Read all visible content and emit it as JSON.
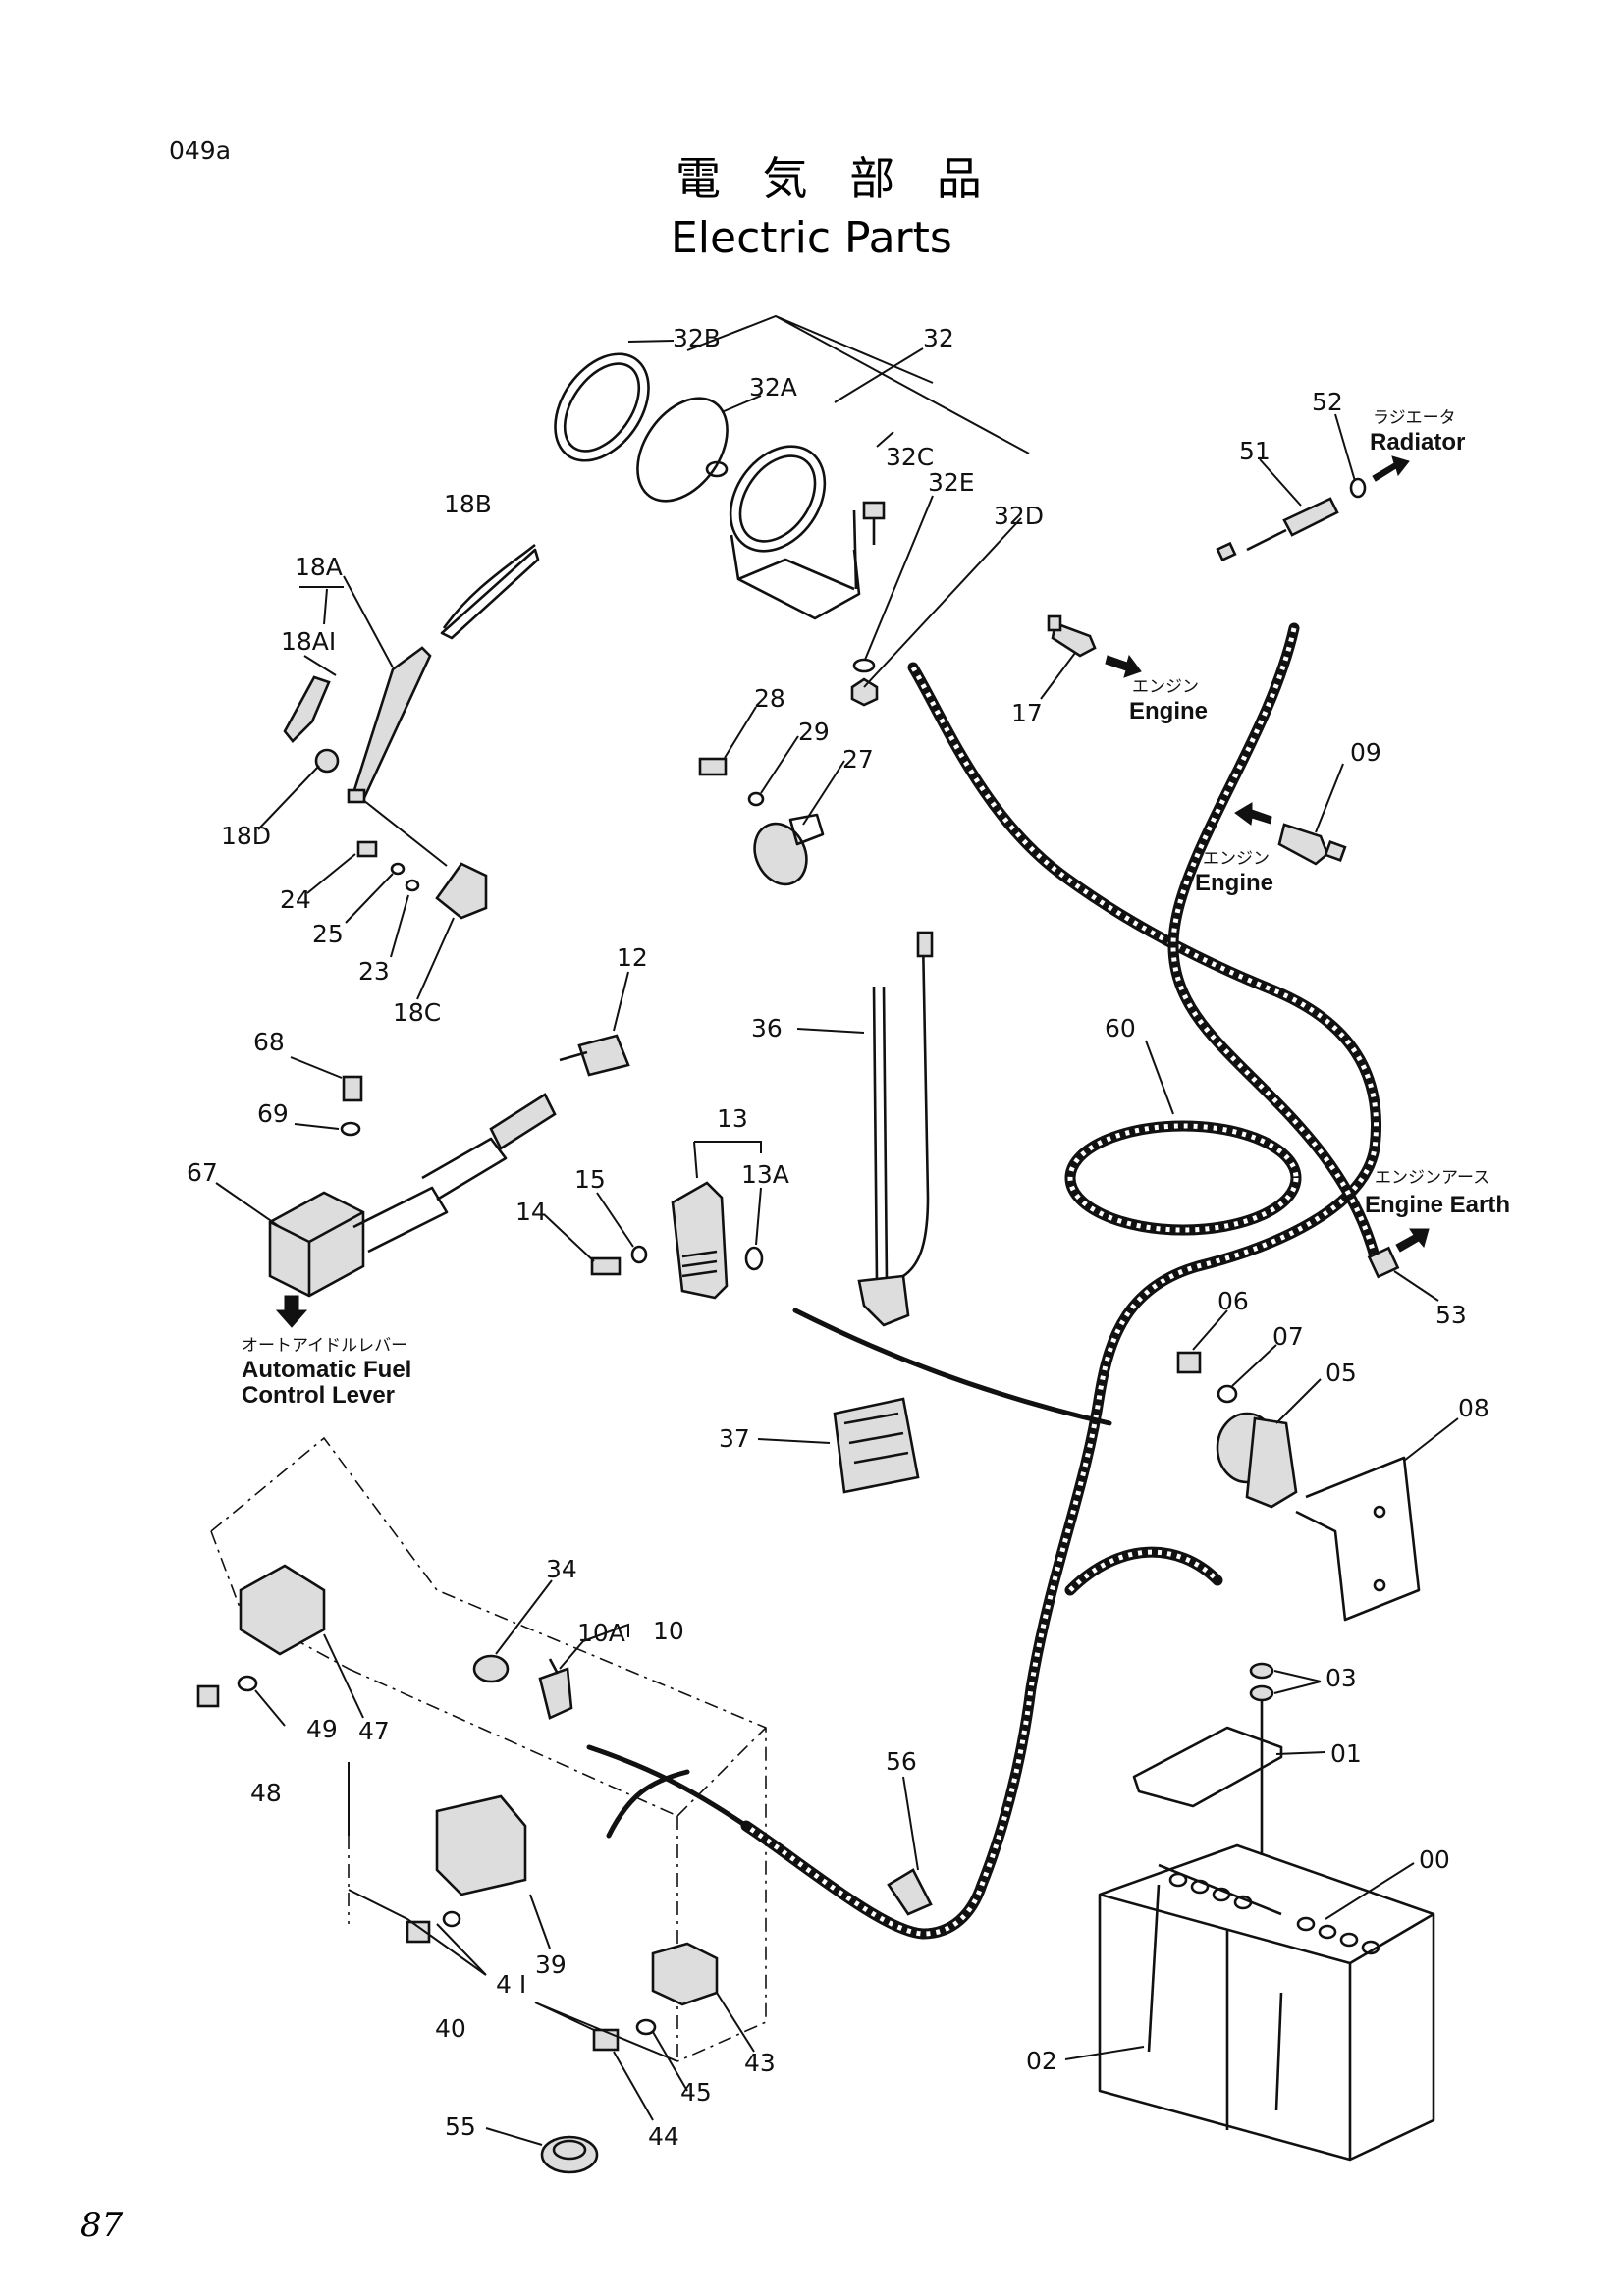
{
  "page_code": "049a",
  "title_jp": "電 気 部 品",
  "title_en": "Electric Parts",
  "page_number_handwritten": "87",
  "part_labels": {
    "p32B": "32B",
    "p32": "32",
    "p32A": "32A",
    "p32C": "32C",
    "p32E": "32E",
    "p32D": "32D",
    "p52": "52",
    "p51": "51",
    "p18B": "18B",
    "p18A": "18A",
    "p18A1": "18AI",
    "p18D": "18D",
    "p24": "24",
    "p25": "25",
    "p23": "23",
    "p18C": "18C",
    "p28": "28",
    "p29": "29",
    "p27": "27",
    "p17": "17",
    "p09": "09",
    "p12": "12",
    "p36": "36",
    "p60": "60",
    "p68": "68",
    "p69": "69",
    "p67": "67",
    "p13": "13",
    "p13A": "13A",
    "p15": "15",
    "p14": "14",
    "p06": "06",
    "p07": "07",
    "p05": "05",
    "p08": "08",
    "p53": "53",
    "p37": "37",
    "p34": "34",
    "p10A": "10A",
    "p10": "10",
    "p47": "47",
    "p48": "48",
    "p49": "49",
    "p03": "03",
    "p01": "01",
    "p00": "00",
    "p56": "56",
    "p02": "02",
    "p39": "39",
    "p40": "40",
    "p41": "4 I",
    "p43": "43",
    "p45": "45",
    "p44": "44",
    "p55": "55"
  },
  "callouts": {
    "radiator_jp": "ラジエータ",
    "radiator_en": "Radiator",
    "engine1_jp": "エンジン",
    "engine1_en": "Engine",
    "engine2_jp": "エンジン",
    "engine2_en": "Engine",
    "earth_jp": "エンジンアース",
    "earth_en": "Engine Earth",
    "afcl_jp": "オートアイドルレバー",
    "afcl_en1": "Automatic Fuel",
    "afcl_en2": "Control Lever"
  }
}
